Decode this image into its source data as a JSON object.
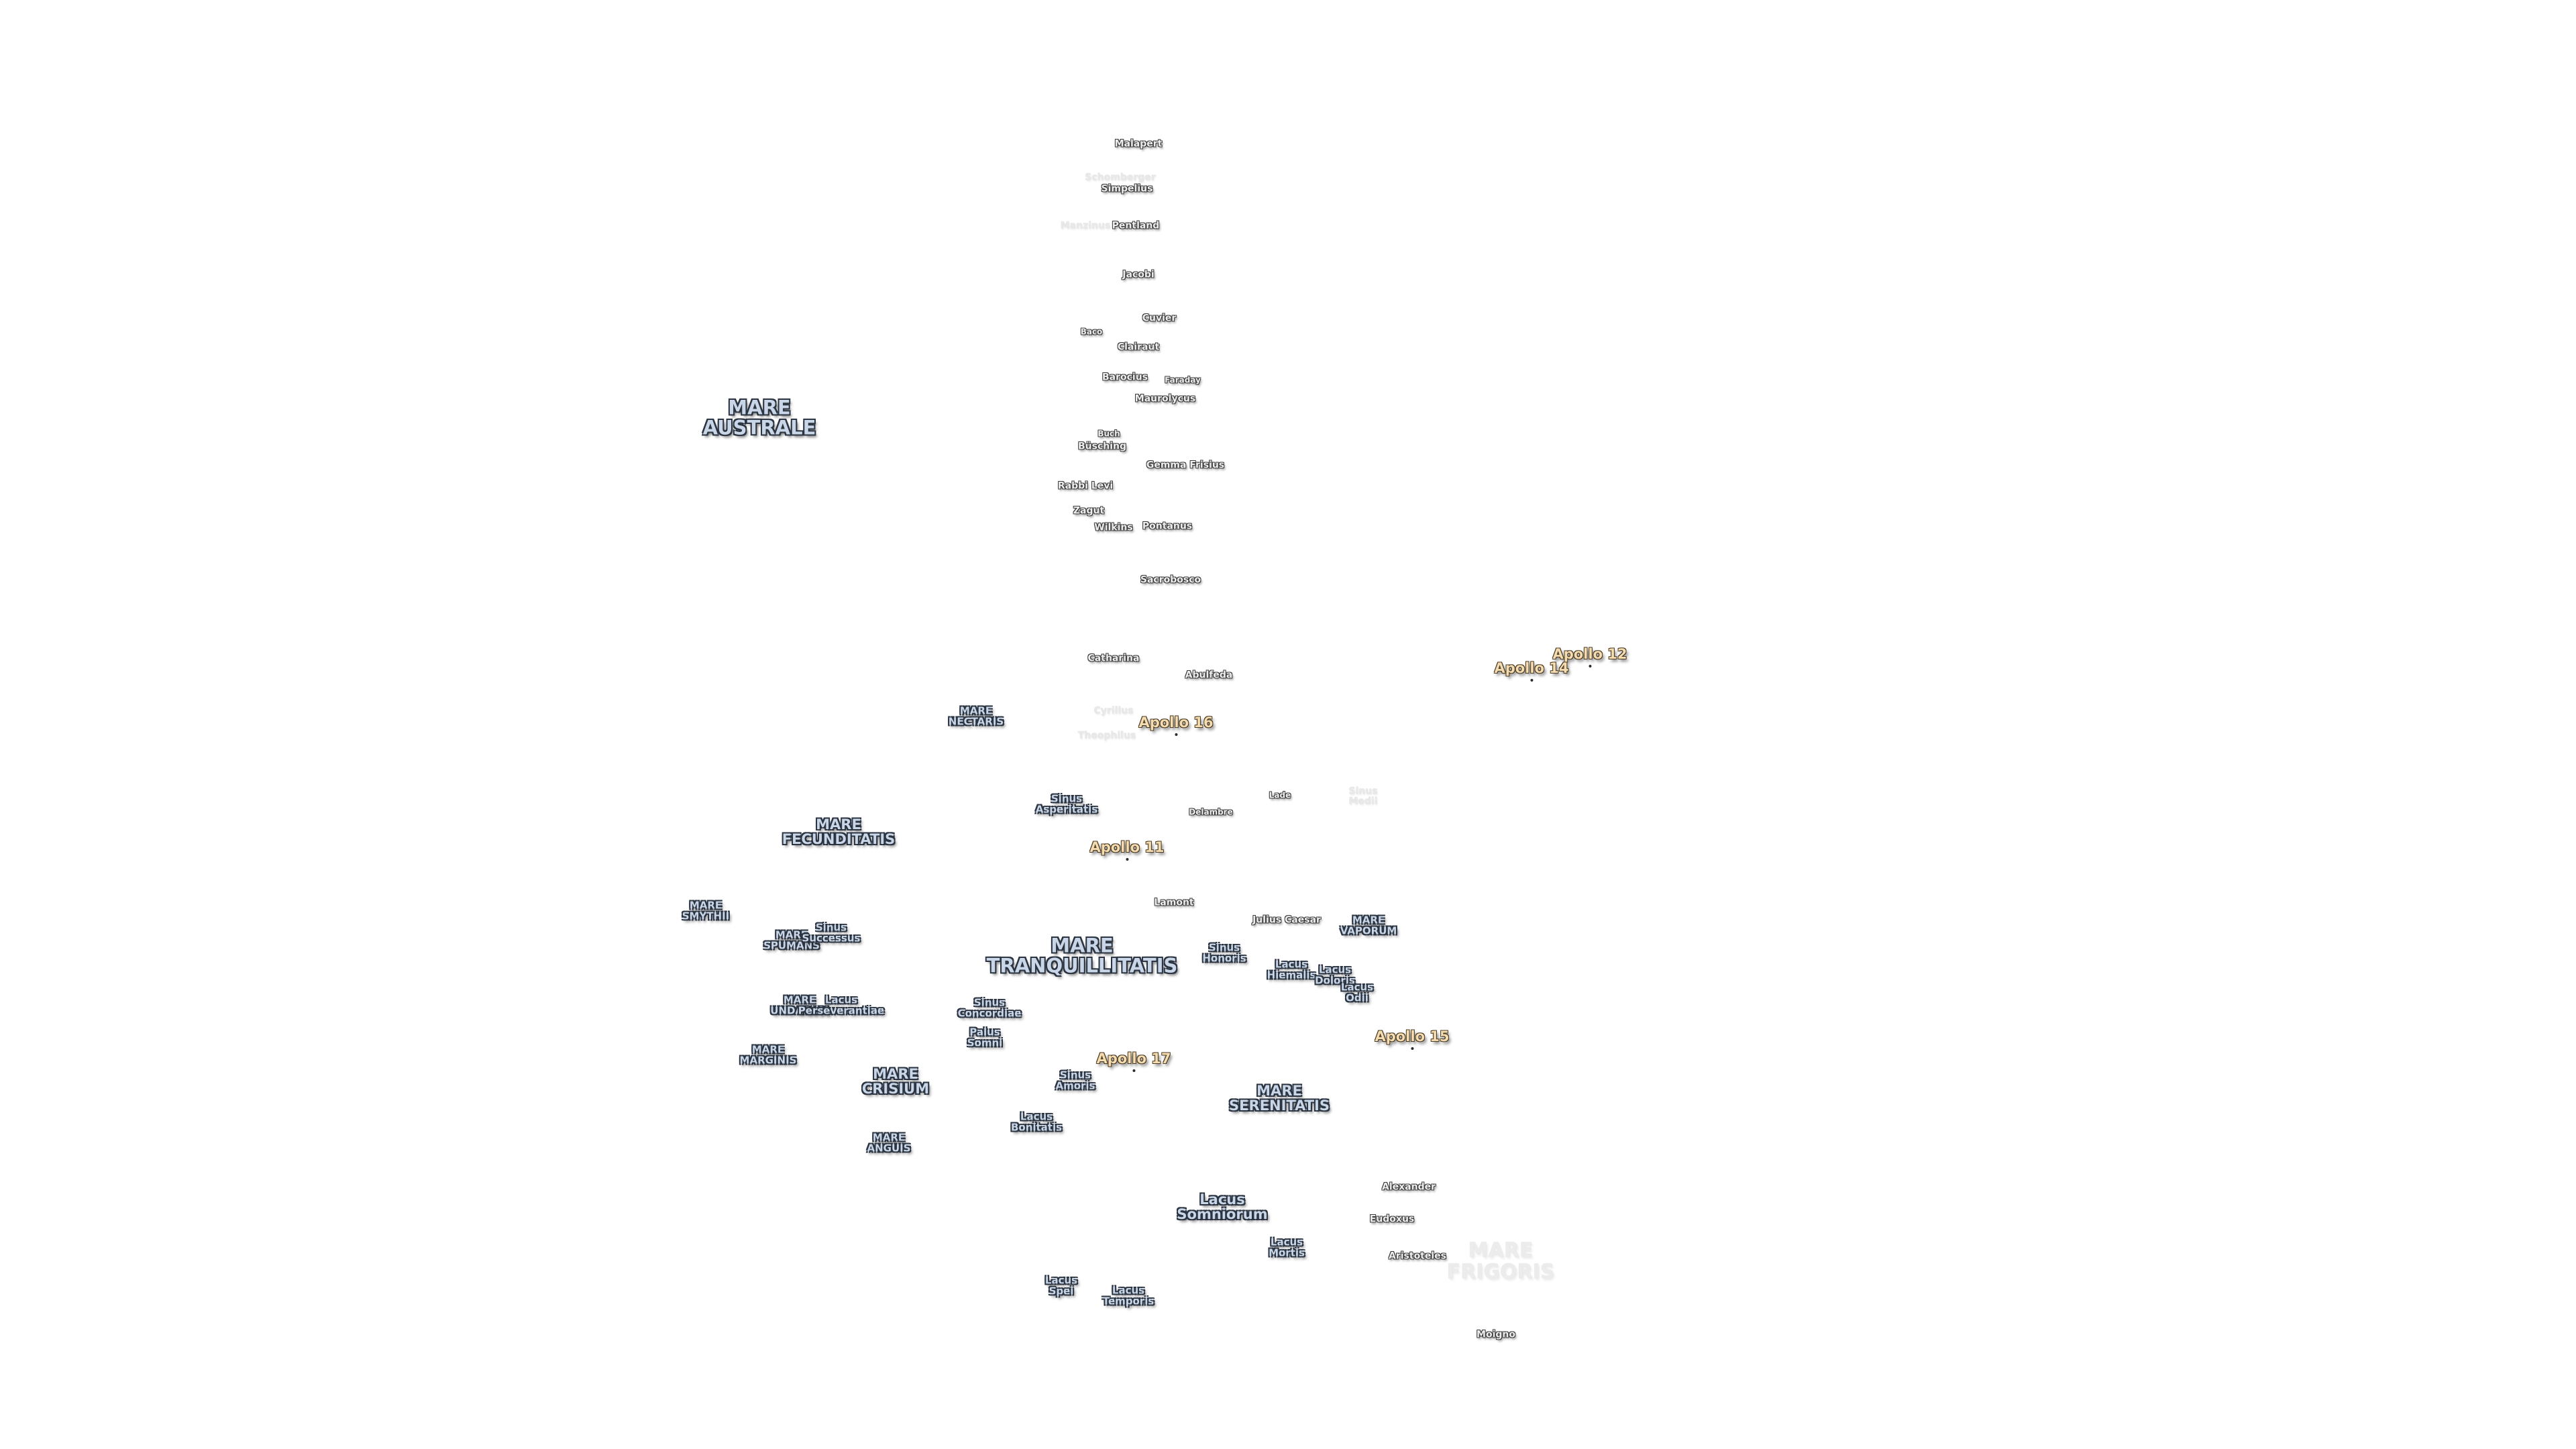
{
  "labels": [
    {
      "text": "Malapert",
      "kind": "crater"
    },
    {
      "text": "Schomberger",
      "kind": "faint"
    },
    {
      "text": "Simpelius",
      "kind": "crater"
    },
    {
      "text": "Manzinus",
      "kind": "faint"
    },
    {
      "text": "Pentland",
      "kind": "crater"
    },
    {
      "text": "Jacobi",
      "kind": "crater"
    },
    {
      "text": "Cuvier",
      "kind": "crater"
    },
    {
      "text": "Baco",
      "kind": "crater"
    },
    {
      "text": "Clairaut",
      "kind": "crater"
    },
    {
      "text": "Barocius",
      "kind": "crater"
    },
    {
      "text": "Faraday",
      "kind": "crater"
    },
    {
      "text": "Maurolycus",
      "kind": "crater"
    },
    {
      "text": "MARE\nAUSTRALE",
      "kind": "sea"
    },
    {
      "text": "Buch",
      "kind": "crater"
    },
    {
      "text": "Büsching",
      "kind": "crater"
    },
    {
      "text": "Gemma Frisius",
      "kind": "crater"
    },
    {
      "text": "Rabbi Levi",
      "kind": "crater"
    },
    {
      "text": "Zagut",
      "kind": "crater"
    },
    {
      "text": "Wilkins",
      "kind": "crater"
    },
    {
      "text": "Pontanus",
      "kind": "crater"
    },
    {
      "text": "Sacrobosco",
      "kind": "crater"
    },
    {
      "text": "Catharina",
      "kind": "crater"
    },
    {
      "text": "Abulfeda",
      "kind": "crater"
    },
    {
      "text": "Apollo 12",
      "kind": "apollo"
    },
    {
      "text": "Apollo 14",
      "kind": "apollo"
    },
    {
      "text": "MARE\nNECTARIS",
      "kind": "sea"
    },
    {
      "text": "Cyrillus",
      "kind": "faint"
    },
    {
      "text": "Apollo 16",
      "kind": "apollo"
    },
    {
      "text": "Theophilus",
      "kind": "faint"
    },
    {
      "text": "Sinus\nAsperitatis",
      "kind": "sea"
    },
    {
      "text": "Lade",
      "kind": "crater"
    },
    {
      "text": "Sinus\nMedii",
      "kind": "faint"
    },
    {
      "text": "Delambre",
      "kind": "crater"
    },
    {
      "text": "MARE\nFECUNDITATIS",
      "kind": "sea"
    },
    {
      "text": "Apollo 11",
      "kind": "apollo"
    },
    {
      "text": "Lamont",
      "kind": "crater"
    },
    {
      "text": "MARE\nSMYTHII",
      "kind": "sea"
    },
    {
      "text": "Julius Caesar",
      "kind": "crater"
    },
    {
      "text": "MARE\nVAPORUM",
      "kind": "sea"
    },
    {
      "text": "MARE\nSPUMANS",
      "kind": "sea"
    },
    {
      "text": "Sinus\nSuccessus",
      "kind": "sea"
    },
    {
      "text": "MARE\nTRANQUILLITATIS",
      "kind": "sea"
    },
    {
      "text": "Sinus\nHonoris",
      "kind": "sea"
    },
    {
      "text": "Lacus\nHiemalis",
      "kind": "sea"
    },
    {
      "text": "Lacus\nDoloris",
      "kind": "sea"
    },
    {
      "text": "Lacus\nOdii",
      "kind": "sea"
    },
    {
      "text": "MARE\nUNDARUM",
      "kind": "sea"
    },
    {
      "text": "Lacus\nPerseverantiae",
      "kind": "sea"
    },
    {
      "text": "Sinus\nConcordiae",
      "kind": "sea"
    },
    {
      "text": "Palus\nSomni",
      "kind": "sea"
    },
    {
      "text": "Apollo 15",
      "kind": "apollo"
    },
    {
      "text": "MARE\nMARGINIS",
      "kind": "sea"
    },
    {
      "text": "Apollo 17",
      "kind": "apollo"
    },
    {
      "text": "MARE\nCRISIUM",
      "kind": "sea"
    },
    {
      "text": "Sinus\nAmoris",
      "kind": "sea"
    },
    {
      "text": "MARE\nSERENITATIS",
      "kind": "sea"
    },
    {
      "text": "Lacus\nBonitatis",
      "kind": "sea"
    },
    {
      "text": "MARE\nANGUIS",
      "kind": "sea"
    },
    {
      "text": "Alexander",
      "kind": "crater"
    },
    {
      "text": "Lacus\nSomniorum",
      "kind": "sea"
    },
    {
      "text": "Eudoxus",
      "kind": "crater"
    },
    {
      "text": "Lacus\nMortis",
      "kind": "sea"
    },
    {
      "text": "Aristoteles",
      "kind": "crater"
    },
    {
      "text": "MARE\nFRIGORIS",
      "kind": "faint"
    },
    {
      "text": "Lacus\nSpei",
      "kind": "sea"
    },
    {
      "text": "Lacus\nTemporis",
      "kind": "sea"
    },
    {
      "text": "Moigno",
      "kind": "crater"
    }
  ]
}
